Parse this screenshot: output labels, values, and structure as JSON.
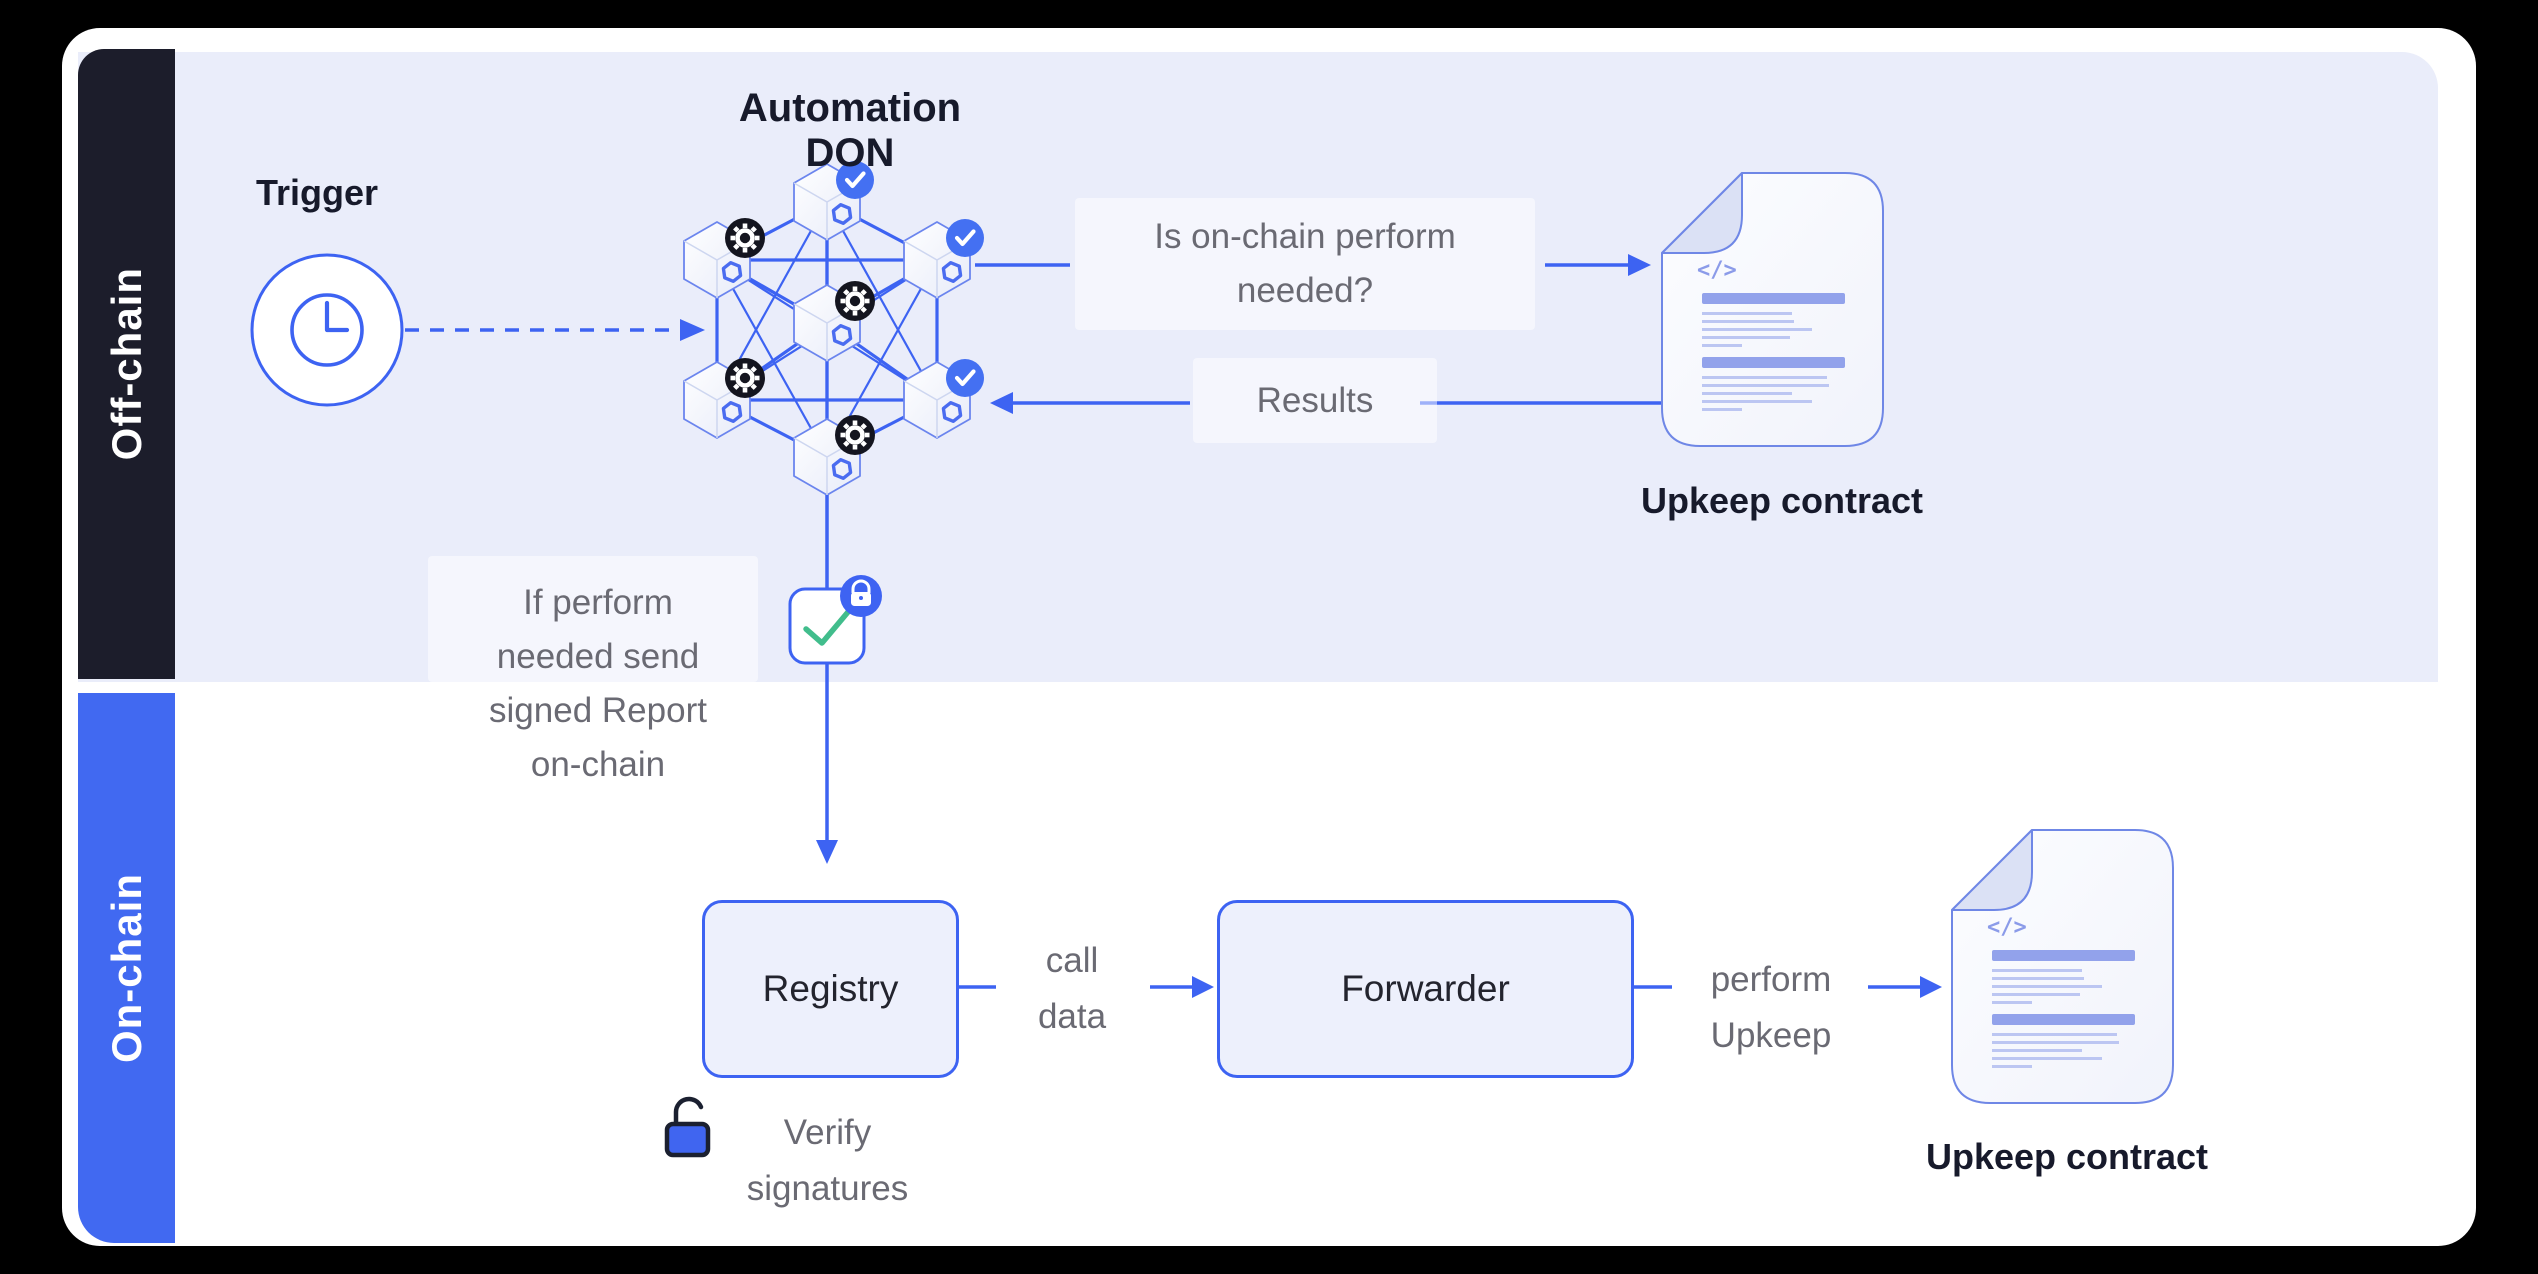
{
  "colors": {
    "accent_blue": "#3D63F2",
    "band_blue": "#4169F1",
    "band_dark": "#1C1D2B",
    "panel_lavender": "#EAEDFA",
    "card_white": "#FFFFFF",
    "text_dark": "#171A2B",
    "text_gray": "#6A6A73",
    "green_check": "#41BD8C",
    "badge_dark": "#14151F",
    "badge_blue": "#4470F2",
    "doc_bar": "#92A2EB",
    "doc_line": "#BCC6F2",
    "doc_stroke": "#6F87E6",
    "node_stroke": "#6B85EE"
  },
  "sections": {
    "offchain": {
      "label": "Off-chain"
    },
    "onchain": {
      "label": "On-chain"
    }
  },
  "offchain": {
    "trigger": {
      "label": "Trigger"
    },
    "don": {
      "title": "Automation DON"
    },
    "question": {
      "lines": [
        "Is on-chain perform",
        "needed?"
      ]
    },
    "results": {
      "label": "Results"
    },
    "upkeep_contract": {
      "label": "Upkeep contract"
    },
    "report_note": {
      "lines": [
        "If perform",
        "needed send",
        "signed Report",
        "on-chain"
      ]
    }
  },
  "onchain": {
    "registry": {
      "label": "Registry"
    },
    "call_data": {
      "lines": [
        "call",
        "data"
      ]
    },
    "forwarder": {
      "label": "Forwarder"
    },
    "perform_upkeep": {
      "lines": [
        "perform",
        "Upkeep"
      ]
    },
    "upkeep_contract": {
      "label": "Upkeep contract"
    },
    "verify": {
      "lines": [
        "Verify",
        "signatures"
      ]
    }
  },
  "contract_doc": {
    "code_glyph": "</>"
  },
  "icons": {
    "trigger": "clock-icon",
    "don_node_verified": "check-badge-icon",
    "don_node_working": "gear-badge-icon",
    "don_node": "chainlink-hexagon-icon",
    "signed_report": "check-square-icon",
    "signed_report_badge": "lock-icon",
    "verify_signatures": "unlock-icon",
    "upkeep_contract": "code-document-icon"
  }
}
